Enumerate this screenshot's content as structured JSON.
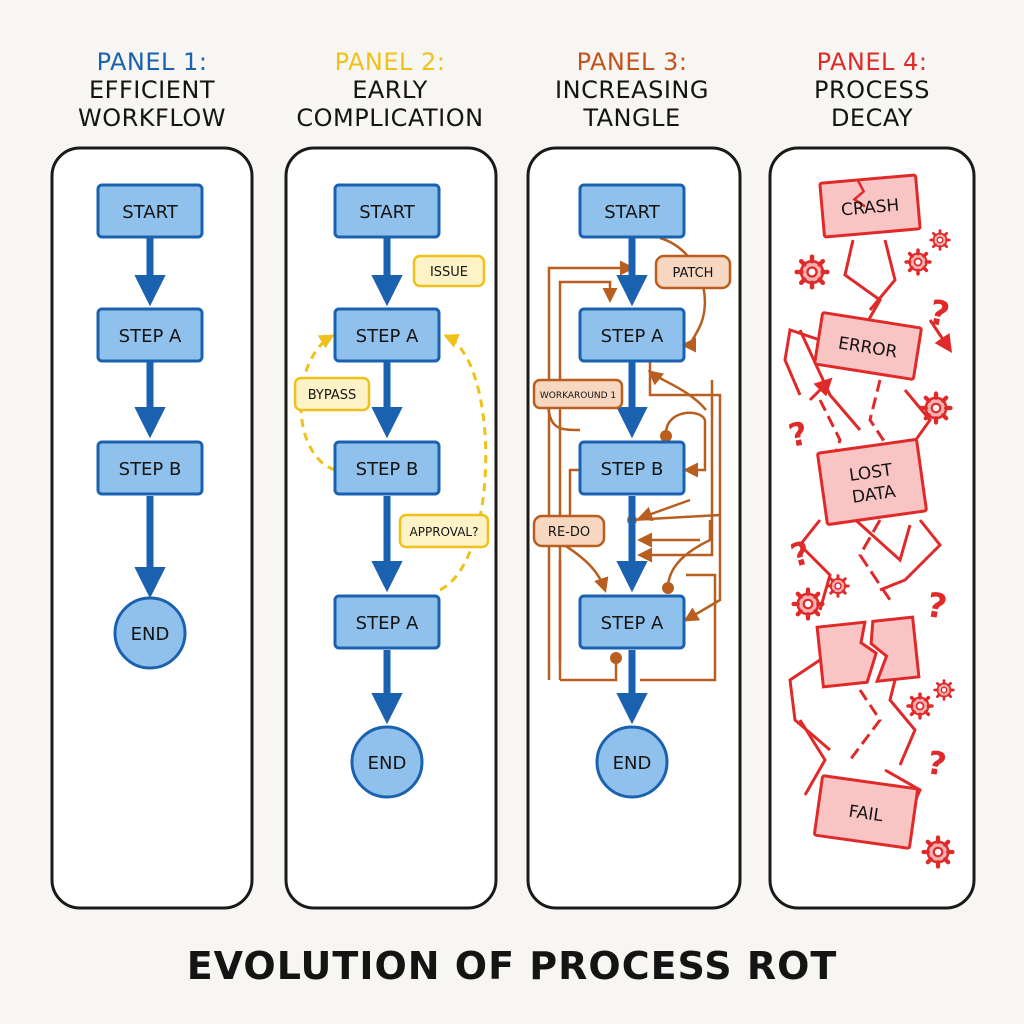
{
  "title": "EVOLUTION OF PROCESS ROT",
  "colors": {
    "blue": "#1a62b0",
    "blue_fill": "#8fc1ec",
    "yellow": "#eec21a",
    "yellow_fill": "#fdf3c7",
    "orange": "#b85f20",
    "orange_fill": "#f7d7c0",
    "red": "#e02a2a",
    "red_fill": "#f8c4c4",
    "ink": "#141414"
  },
  "panels": [
    {
      "label": "PANEL 1:",
      "title_lines": [
        "EFFICIENT",
        "WORKFLOW"
      ],
      "nodes": [
        "START",
        "STEP A",
        "STEP B",
        "END"
      ]
    },
    {
      "label": "PANEL 2:",
      "title_lines": [
        "EARLY",
        "COMPLICATION"
      ],
      "nodes": [
        "START",
        "STEP A",
        "STEP B",
        "STEP A",
        "END"
      ],
      "annotations": [
        "ISSUE",
        "BYPASS",
        "APPROVAL?"
      ]
    },
    {
      "label": "PANEL 3:",
      "title_lines": [
        "INCREASING",
        "TANGLE"
      ],
      "nodes": [
        "START",
        "STEP A",
        "STEP B",
        "STEP A",
        "END"
      ],
      "annotations": [
        "PATCH",
        "WORKAROUND 1",
        "RE-DO"
      ]
    },
    {
      "label": "PANEL 4:",
      "title_lines": [
        "PROCESS",
        "DECAY"
      ],
      "nodes": [
        "CRASH",
        "ERROR",
        "LOST",
        "DATA",
        "FAIL"
      ]
    }
  ]
}
